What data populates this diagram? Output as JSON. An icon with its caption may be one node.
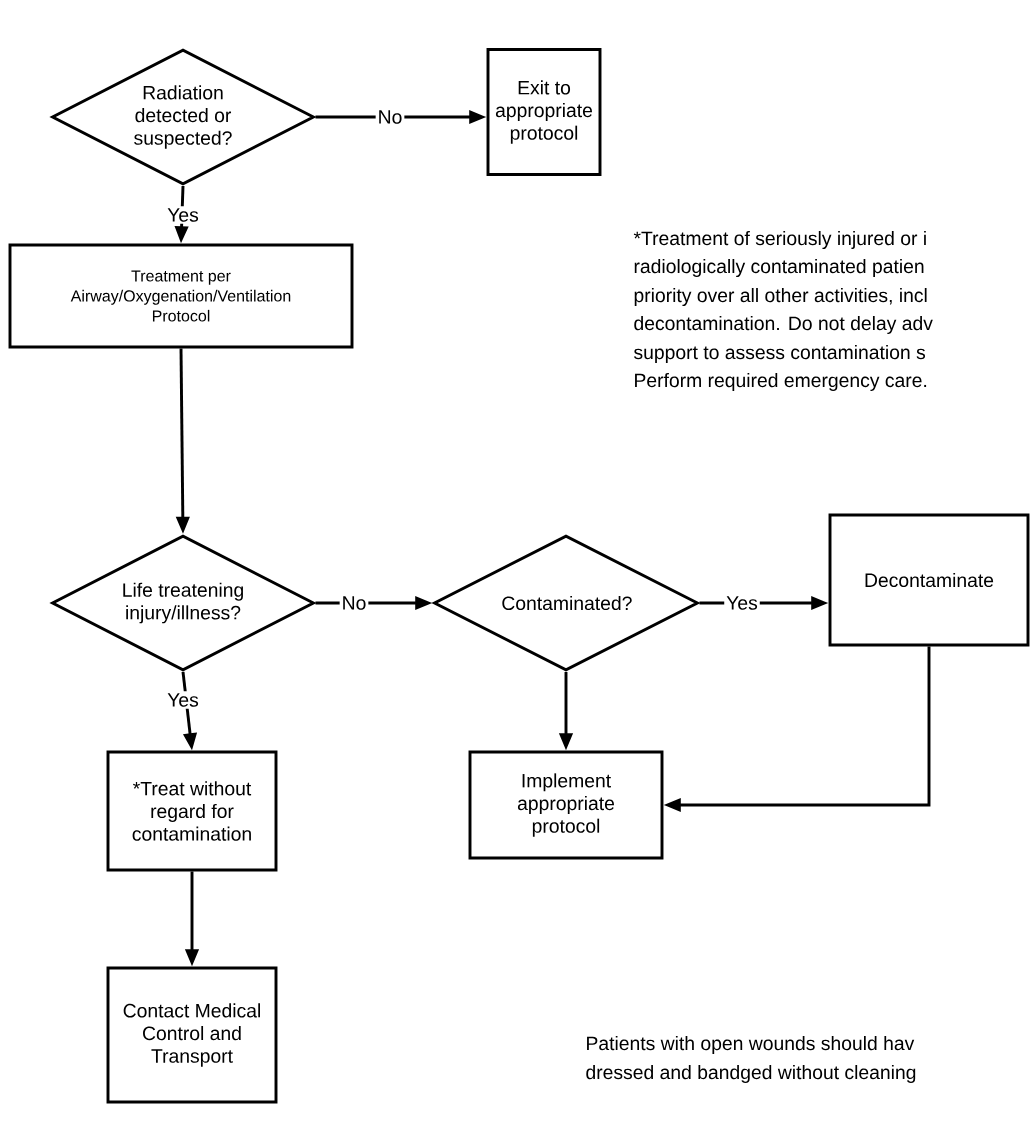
{
  "diagram": {
    "nodes": [
      {
        "text": [
          "Radiation detected or suspected?"
        ]
      },
      {
        "text": [
          "Exit to appropriate protocol"
        ]
      },
      {
        "text": [
          "Treatment per Airway/Oxygenation/Ventilation Protocol"
        ]
      },
      {
        "text": [
          "Life treatening injury/illness?"
        ]
      },
      {
        "text": [
          "Contaminated?"
        ]
      },
      {
        "text": [
          "Decontaminate"
        ]
      },
      {
        "text": [
          "Implement appropriate protocol"
        ]
      },
      {
        "text": [
          "*Treat without regard for contamination"
        ]
      },
      {
        "text": [
          "Contact Medical Control and Transport"
        ]
      }
    ],
    "edges": [
      {
        "from": 0,
        "to": 1,
        "arrow": "to",
        "label": "No"
      },
      {
        "from": 0,
        "to": 2,
        "arrow": "to",
        "label": "Yes"
      },
      {
        "from": 2,
        "to": 3,
        "arrow": "to"
      },
      {
        "from": 3,
        "to": 4,
        "arrow": "to",
        "label": "No"
      },
      {
        "from": 4,
        "to": 5,
        "arrow": "to",
        "label": "Yes"
      },
      {
        "from": 4,
        "to": 6,
        "arrow": "to"
      },
      {
        "from": 5,
        "to": 6,
        "arrow": "to"
      },
      {
        "from": 3,
        "to": 7,
        "arrow": "to",
        "label": "Yes"
      },
      {
        "from": 7,
        "to": 8,
        "arrow": "to"
      }
    ],
    "labels": [
      "*Treatment of seriously injured or i",
      "radiologically contaminated patien",
      "priority over all other activities, incl",
      "decontamination. Do not delay adv",
      "support to assess contamination s",
      "Perform required emergency care.",
      "Patients with open wounds should hav",
      "dressed and bandged without cleaning"
    ]
  }
}
